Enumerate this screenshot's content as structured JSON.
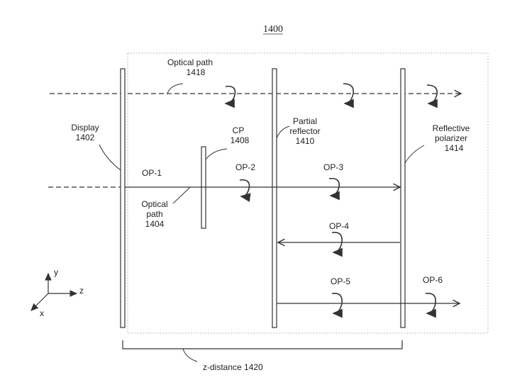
{
  "figure_number": "1400",
  "components": {
    "display": {
      "name": "Display",
      "ref": "1402"
    },
    "cp": {
      "name": "CP",
      "ref": "1408"
    },
    "partial_reflector": {
      "line1": "Partial",
      "line2": "reflector",
      "ref": "1410"
    },
    "reflective_polarizer": {
      "line1": "Reflective",
      "line2": "polarizer",
      "ref": "1414"
    }
  },
  "optical_paths": {
    "path_1418": {
      "name": "Optical path",
      "ref": "1418"
    },
    "path_1404": {
      "line1": "Optical",
      "line2": "path",
      "ref": "1404"
    }
  },
  "op_labels": [
    "OP-1",
    "OP-2",
    "OP-3",
    "OP-4",
    "OP-5",
    "OP-6"
  ],
  "axes": {
    "x": "x",
    "y": "y",
    "z": "z"
  },
  "dimension": {
    "label": "z-distance 1420"
  },
  "colors": {
    "line": "#333333",
    "text": "#222222",
    "dotted_box": "#aaaaaa"
  }
}
